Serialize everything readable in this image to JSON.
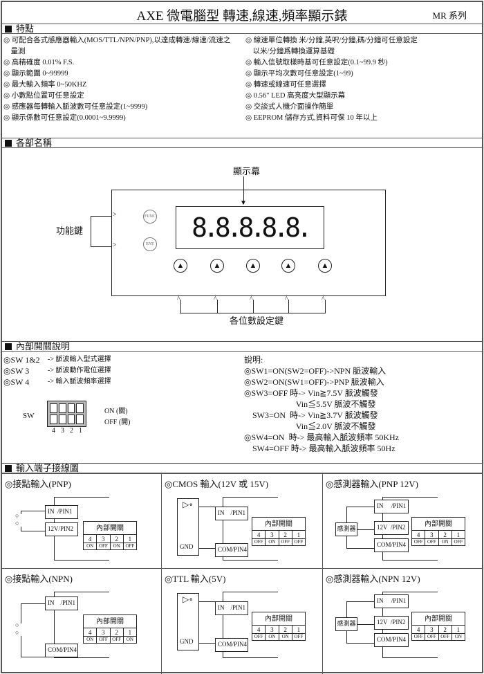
{
  "header": {
    "title": "AXE 微電腦型  轉速,線速,頻率顯示錶",
    "series": "MR 系列"
  },
  "features": {
    "heading": "特點",
    "left": [
      "◎ 可配合各式感應器輸入(MOS/TTL/NPN/PNP),以達成轉速/線速/流速之",
      "　量測",
      "◎ 高精確度 0.01% F.S.",
      "◎ 顯示範圍 0~99999",
      "◎ 最大輸入頻率 0~50KHZ",
      "◎ 小數點位置可任意設定",
      "◎ 感應器每轉輸入脈波數可任意設定(1~9999)",
      "◎ 顯示係數可任意設定(0.0001~9.9999)"
    ],
    "right": [
      "◎ 線速單位轉換 米/分鐘,英呎/分鐘,碼/分鐘可任意設定",
      "　以米/分鐘爲轉換運算基礎",
      "◎ 輸入信號取樣時基可任意設定(0.1~99.9 秒)",
      "◎ 顯示平均次數可任意設定(1~99)",
      "◎ 轉速或線速可任意選擇",
      "◎ 0.56\" LED 高亮度大型顯示幕",
      "◎ 交談式人機介面操作簡單",
      "◎ EEPROM 儲存方式,資料可保 10 年以上"
    ]
  },
  "parts": {
    "heading": "各部名稱",
    "display_label": "顯示幕",
    "function_keys_label": "功能鍵",
    "digit_keys_label": "各位數設定鍵",
    "display_value": "8.8.8.8.8.",
    "func_key": "FUNC",
    "ent_key": "ENT"
  },
  "switches": {
    "heading": "內部開關說明",
    "items": [
      {
        "sw": "◎SW  1&2",
        "desc": "->  脈波輸入型式選擇"
      },
      {
        "sw": "◎SW  3",
        "desc": "->  脈波動作電位選擇"
      },
      {
        "sw": "◎SW  4",
        "desc": "->  輸入脈波頻率選擇"
      }
    ],
    "sw_label": "SW",
    "on_label": "ON  (關)",
    "off_label": "OFF (開)",
    "numbers": [
      "4",
      "3",
      "2",
      "1"
    ],
    "notes_title": "說明:",
    "notes": [
      "◎SW1=ON(SW2=OFF)->NPN 脈波輸入",
      "◎SW2=ON(SW1=OFF)->PNP 脈波輸入",
      "◎SW3=OFF 時-> Vin≧7.5V 脈波觸發",
      "　　　　　　 Vin≦5.5V 脈波不觸發",
      "　SW3=ON  時-> Vin≧3.7V 脈波觸發",
      "　　　　　　 Vin≦2.0V 脈波不觸發",
      "◎SW4=ON  時-> 最高輸入脈波頻率 50KHz",
      "　SW4=OFF 時-> 最高輸入脈波頻率 50Hz"
    ]
  },
  "wiring": {
    "heading": "輸入端子接線圖",
    "table_title": "內部開關",
    "numbers": [
      "4",
      "3",
      "2",
      "1"
    ],
    "gnd": "GND",
    "sensor": "感測器",
    "cells": [
      {
        "title": "◎接點輸入(PNP)",
        "type": "contact",
        "pins": [
          "IN  /PIN1",
          "12V/PIN2"
        ],
        "sw": [
          "ON",
          "OFF",
          "ON",
          "OFF"
        ]
      },
      {
        "title": "◎CMOS 輸入(12V 或 15V)",
        "type": "gate",
        "pins": [
          "IN    /PIN1",
          "COM/PIN4"
        ],
        "sw": [
          "OFF",
          "ON",
          "OFF",
          "OFF"
        ]
      },
      {
        "title": "◎感測器輸入(PNP 12V)",
        "type": "sensor",
        "pins": [
          "IN     /PIN1",
          "12V  /PIN2",
          "COM/PIN4"
        ],
        "sw": [
          "OFF",
          "OFF",
          "ON",
          "OFF"
        ]
      },
      {
        "title": "◎接點輸入(NPN)",
        "type": "contact2",
        "pins": [
          "IN    /PIN1",
          "COM/PIN4"
        ],
        "sw": [
          "ON",
          "OFF",
          "OFF",
          "ON"
        ]
      },
      {
        "title": "◎TTL 輸入(5V)",
        "type": "gate",
        "pins": [
          "IN    /PIN1",
          "COM/PIN4"
        ],
        "sw": [
          "OFF",
          "ON",
          "ON",
          "OFF"
        ]
      },
      {
        "title": "◎感測器輸入(NPN 12V)",
        "type": "sensor",
        "pins": [
          "IN     /PIN1",
          "12V  /PIN2",
          "COM/PIN4"
        ],
        "sw": [
          "OFF",
          "OFF",
          "OFF",
          "ON"
        ]
      }
    ]
  }
}
